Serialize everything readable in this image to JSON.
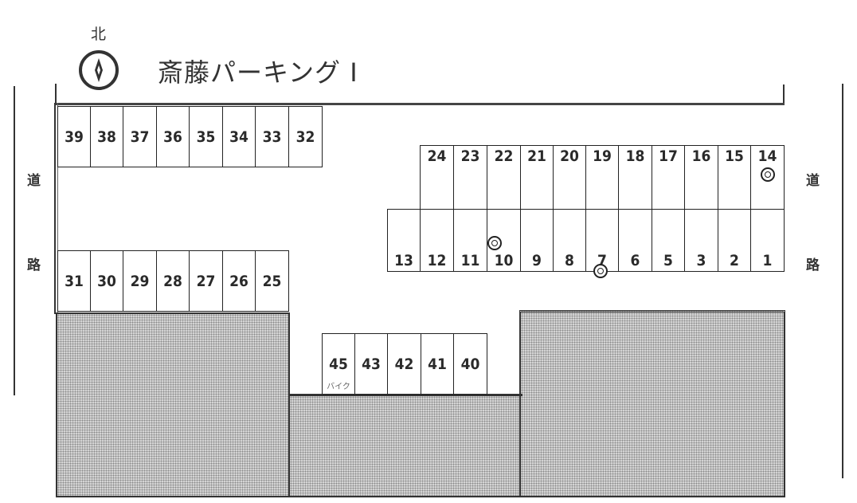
{
  "header": {
    "north_label": "北",
    "title": "斎藤パーキング Ⅰ"
  },
  "roads": {
    "left": {
      "char1": "道",
      "char2": "路"
    },
    "right": {
      "char1": "道",
      "char2": "路"
    }
  },
  "rows": {
    "north_west": [
      "39",
      "38",
      "37",
      "36",
      "35",
      "34",
      "33",
      "32"
    ],
    "south_west": [
      "31",
      "30",
      "29",
      "28",
      "27",
      "26",
      "25"
    ],
    "east_upper": [
      "24",
      "23",
      "22",
      "21",
      "20",
      "19",
      "18",
      "17",
      "16",
      "15",
      "14"
    ],
    "east_lower": [
      "13",
      "12",
      "11",
      "10",
      "9",
      "8",
      "7",
      "6",
      "5",
      "3",
      "2",
      "1"
    ],
    "south_center": [
      "45",
      "43",
      "42",
      "41",
      "40"
    ]
  },
  "notes": {
    "stall_45_sub": "バイク"
  },
  "markers": [
    {
      "near_stall": "14",
      "symbol": "double-circle"
    },
    {
      "near_stall": "10",
      "symbol": "double-circle"
    },
    {
      "near_stall": "7",
      "symbol": "double-circle"
    }
  ],
  "colors": {
    "line": "#333333",
    "hatched_area": "#d4d4d4",
    "background": "#ffffff"
  }
}
